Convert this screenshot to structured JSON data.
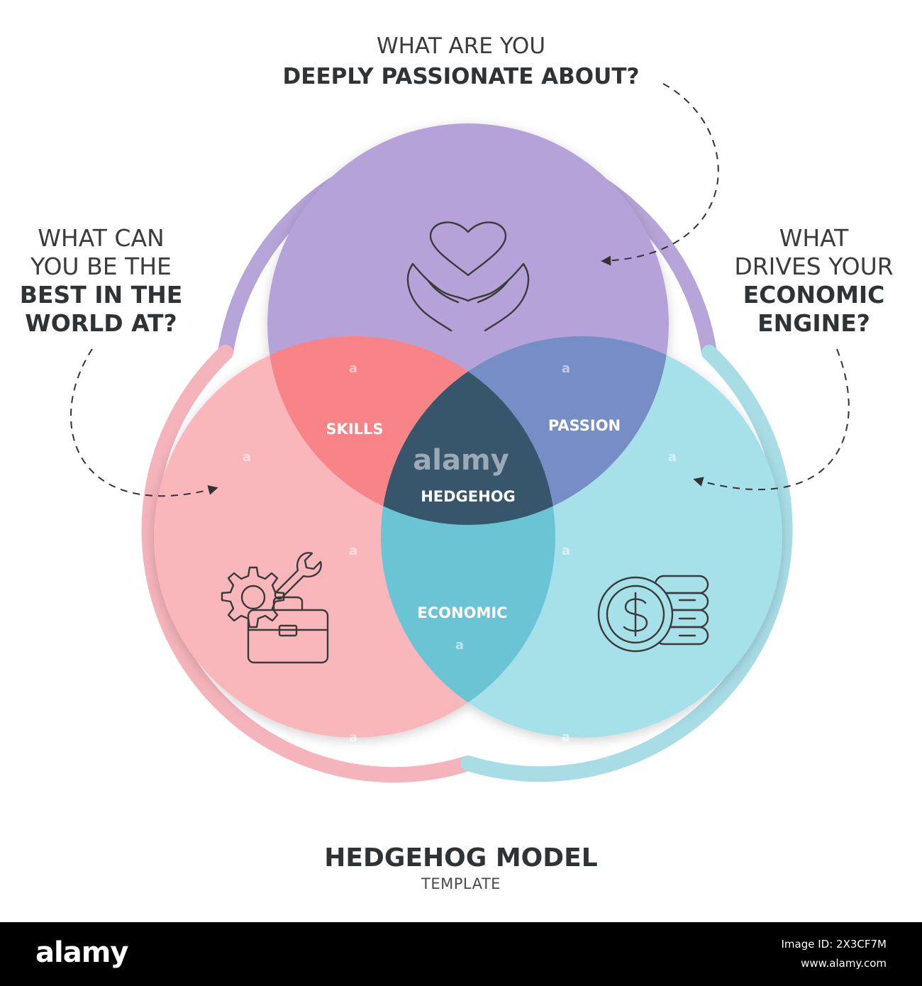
{
  "colors": {
    "passion_circle": "#b4a2d8",
    "skills_circle": "#f9b7bb",
    "economic_circle": "#a6e0e8",
    "skills_overlap": "#f88487",
    "passion_overlap": "#778dc6",
    "economic_overlap": "#6ac4d4",
    "hedgehog_center": "#37556b",
    "passion_ring": "#b7a4d8",
    "skills_ring": "#f5b4bb",
    "economic_ring": "#a8dde6",
    "dashed_arrow": "#333333",
    "heading_text": "#2f3336"
  },
  "questions": {
    "top": {
      "line1": "WHAT ARE YOU",
      "line2": "DEEPLY PASSIONATE ABOUT?"
    },
    "left": {
      "line1": "WHAT CAN",
      "line2": "YOU BE THE",
      "line3": "BEST IN THE",
      "line4": "WORLD AT?"
    },
    "right": {
      "line1": "WHAT",
      "line2": "DRIVES YOUR",
      "line3": "ECONOMIC",
      "line4": "ENGINE?"
    }
  },
  "segments": {
    "skills": "SKILLS",
    "passion": "PASSION",
    "economic": "ECONOMIC",
    "hedgehog": "HEDGEHOG"
  },
  "icons": {
    "passion": "heart-in-hands-icon",
    "skills": "gear-wrench-briefcase-icon",
    "economic": "dollar-coin-stack-icon"
  },
  "title": {
    "main": "HEDGEHOG MODEL",
    "sub": "TEMPLATE"
  },
  "watermark": {
    "center": "alamy",
    "small": "a"
  },
  "footer": {
    "logo": "alamy",
    "image_id_line": "Image ID: 2X3CF7M",
    "site": "www.alamy.com"
  }
}
